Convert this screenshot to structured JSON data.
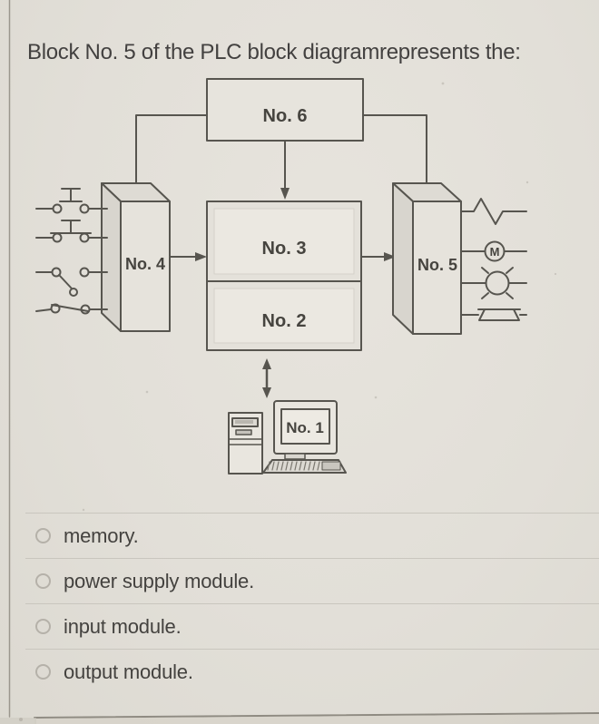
{
  "title": "Block No. 5 of the PLC block diagramrepresents the:",
  "diagram": {
    "labels": {
      "no6": "No. 6",
      "no4": "No. 4",
      "no3": "No. 3",
      "no2": "No. 2",
      "no5": "No. 5",
      "no1": "No. 1"
    },
    "motor_letter": "M",
    "input_devices": [
      "normally-open-pushbutton",
      "normally-closed-pushbutton",
      "toggle-switch",
      "limit-switch"
    ],
    "output_devices": [
      "heater",
      "motor",
      "lamp",
      "buzzer"
    ]
  },
  "options": {
    "items": [
      {
        "label": "memory.",
        "selected": false
      },
      {
        "label": "power supply module.",
        "selected": false
      },
      {
        "label": "input module.",
        "selected": false
      },
      {
        "label": "output module.",
        "selected": false
      }
    ]
  },
  "colors": {
    "background": "#e3e0d9",
    "diagram_line": "#57554f",
    "text": "#434140",
    "divider": "#c9c6be",
    "radio_border": "#b5b1a9"
  }
}
